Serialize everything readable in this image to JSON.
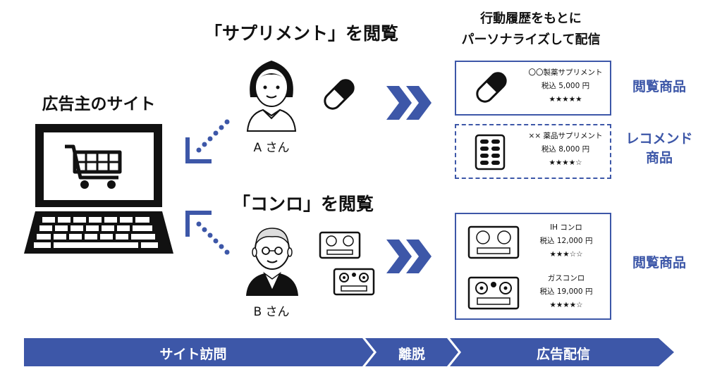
{
  "site_title": "広告主のサイト",
  "person_a": {
    "heading": "「サプリメント」を閲覧",
    "label": "A さん"
  },
  "person_b": {
    "heading": "「コンロ」を閲覧",
    "label": "B さん"
  },
  "delivery_heading": [
    "行動履歴をもとに",
    "パーソナライズして配信"
  ],
  "ad_a_viewed": {
    "name": "〇〇製薬サプリメント",
    "price": "税込 5,000 円",
    "rating": "★★★★★",
    "rating_value": 5,
    "tag": "閲覧商品",
    "icon": "capsule-icon"
  },
  "ad_a_recommend": {
    "name": "×× 薬品サプリメント",
    "price": "税込 8,000 円",
    "rating": "★★★★☆",
    "rating_value": 4,
    "tag_lines": [
      "レコメンド",
      "商品"
    ],
    "icon": "pill-pack-icon"
  },
  "ad_b_viewed": {
    "tag": "閲覧商品",
    "items": [
      {
        "name": "IH コンロ",
        "price": "税込 12,000 円",
        "rating": "★★★☆☆",
        "rating_value": 3,
        "icon": "ih-stove-icon"
      },
      {
        "name": "ガスコンロ",
        "price": "税込 19,000 円",
        "rating": "★★★★☆",
        "rating_value": 4,
        "icon": "gas-stove-icon"
      }
    ]
  },
  "timeline": [
    "サイト訪問",
    "離脱",
    "広告配信"
  ],
  "colors": {
    "accent": "#3d57a8",
    "ink": "#111111"
  }
}
